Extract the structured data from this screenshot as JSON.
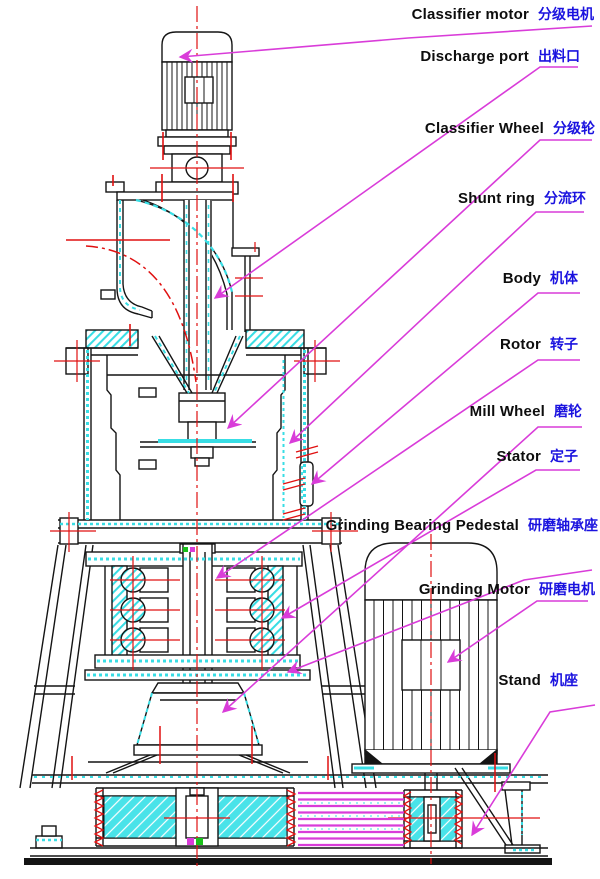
{
  "diagram": {
    "title": "Mill sectional drawing with part callouts",
    "type": "engineering-cross-section"
  },
  "colors": {
    "line": "#141414",
    "centerline_red": "#e01010",
    "accent_cyan": "#38dde4",
    "leader_magenta": "#d93cd9",
    "label_english": "#0d0d0d",
    "label_chinese": "#1a12df",
    "background": "#ffffff"
  },
  "labels": [
    {
      "id": "classifier-motor",
      "en": "Classifier motor",
      "zh": "分级电机"
    },
    {
      "id": "discharge-port",
      "en": "Discharge port",
      "zh": "出料口"
    },
    {
      "id": "classifier-wheel",
      "en": "Classifier Wheel",
      "zh": "分级轮"
    },
    {
      "id": "shunt-ring",
      "en": "Shunt ring",
      "zh": "分流环"
    },
    {
      "id": "body",
      "en": "Body",
      "zh": "机体"
    },
    {
      "id": "rotor",
      "en": "Rotor",
      "zh": "转子"
    },
    {
      "id": "mill-wheel",
      "en": "Mill Wheel",
      "zh": "磨轮"
    },
    {
      "id": "stator",
      "en": "Stator",
      "zh": "定子"
    },
    {
      "id": "grinding-bearing-pedestal",
      "en": "Grinding Bearing Pedestal",
      "zh": "研磨轴承座"
    },
    {
      "id": "grinding-motor",
      "en": "Grinding Motor",
      "zh": "研磨电机"
    },
    {
      "id": "stand",
      "en": "Stand",
      "zh": "机座"
    }
  ]
}
